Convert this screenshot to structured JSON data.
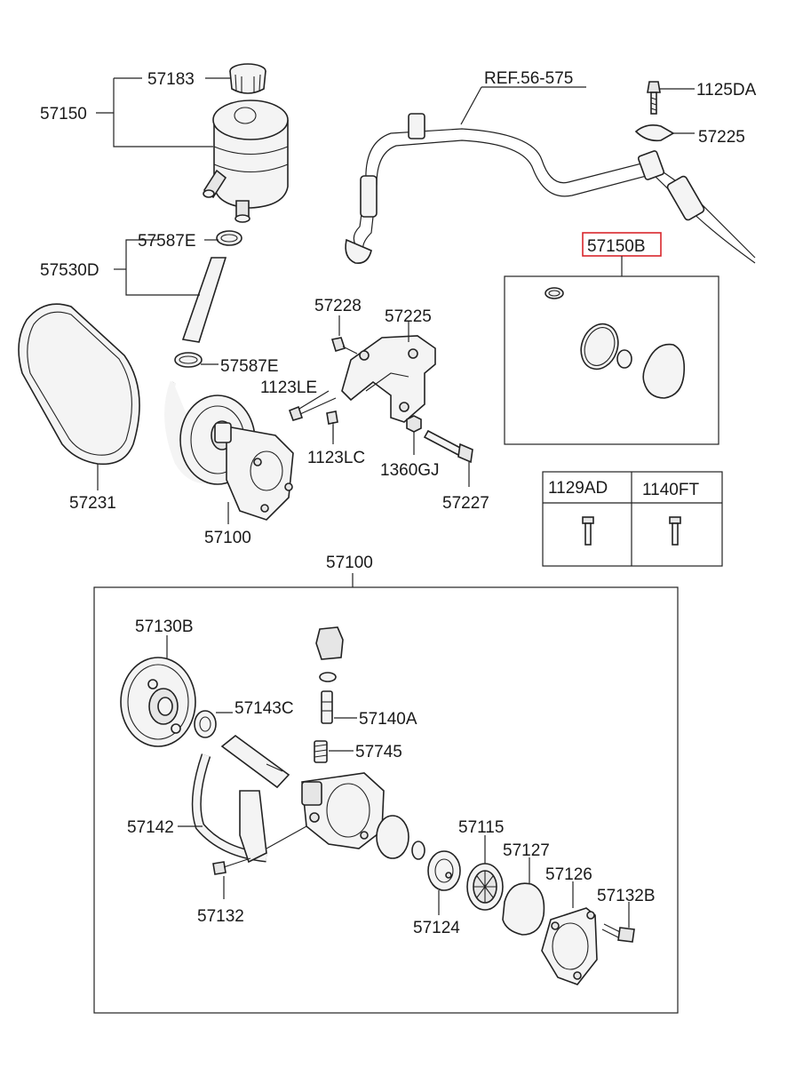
{
  "labels": {
    "p57183": "57183",
    "p57150": "57150",
    "ref": "REF.56-575",
    "p1125DA": "1125DA",
    "p57225_top": "57225",
    "p57587E_top": "57587E",
    "p57530D": "57530D",
    "p57150B": "57150B",
    "p57228": "57228",
    "p57225_mid": "57225",
    "p1123LE": "1123LE",
    "p57587E_bot": "57587E",
    "p1123LC": "1123LC",
    "p1360GJ": "1360GJ",
    "p57231": "57231",
    "p57100_top": "57100",
    "p57227": "57227",
    "p1129AD": "1129AD",
    "p1140FT": "1140FT",
    "p57100_box": "57100",
    "p57130B": "57130B",
    "p57143C": "57143C",
    "p57140A": "57140A",
    "p57745": "57745",
    "p57142": "57142",
    "p57115": "57115",
    "p57127": "57127",
    "p57126": "57126",
    "p57132B": "57132B",
    "p57132": "57132",
    "p57124": "57124"
  },
  "colors": {
    "highlight": "#d9262c",
    "line": "#222222",
    "text": "#1a1a1a"
  }
}
